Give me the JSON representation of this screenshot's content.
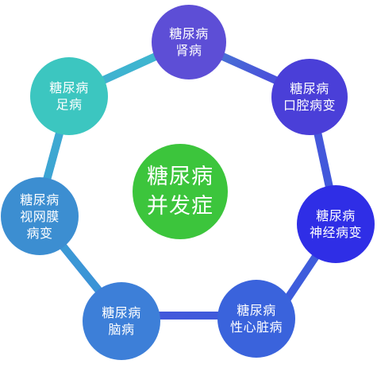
{
  "center": {
    "lines": [
      "糖尿病",
      "并发症"
    ],
    "color": "#3cc53c"
  },
  "nodes": [
    {
      "id": "kidney",
      "lines": [
        "糖尿病",
        "肾病"
      ],
      "color": "#5d4ed6"
    },
    {
      "id": "oral",
      "lines": [
        "糖尿病",
        "口腔病变"
      ],
      "color": "#4a3fd8"
    },
    {
      "id": "nerve",
      "lines": [
        "糖尿病",
        "神经病变"
      ],
      "color": "#2f2ee6"
    },
    {
      "id": "heart",
      "lines": [
        "糖尿病",
        "性心脏病"
      ],
      "color": "#3a63dc"
    },
    {
      "id": "brain",
      "lines": [
        "糖尿病",
        "脑病"
      ],
      "color": "#3d7fd8"
    },
    {
      "id": "retina",
      "lines": [
        "糖尿病",
        "视网膜",
        "病变"
      ],
      "color": "#3c8ed1"
    },
    {
      "id": "foot",
      "lines": [
        "糖尿病",
        "足病"
      ],
      "color": "#3cc6c0"
    }
  ],
  "ring_colors": {
    "top": "#3fc3cf",
    "right": "#4637dd",
    "bottom": "#3b6fdb",
    "left": "#3aa6d0"
  }
}
